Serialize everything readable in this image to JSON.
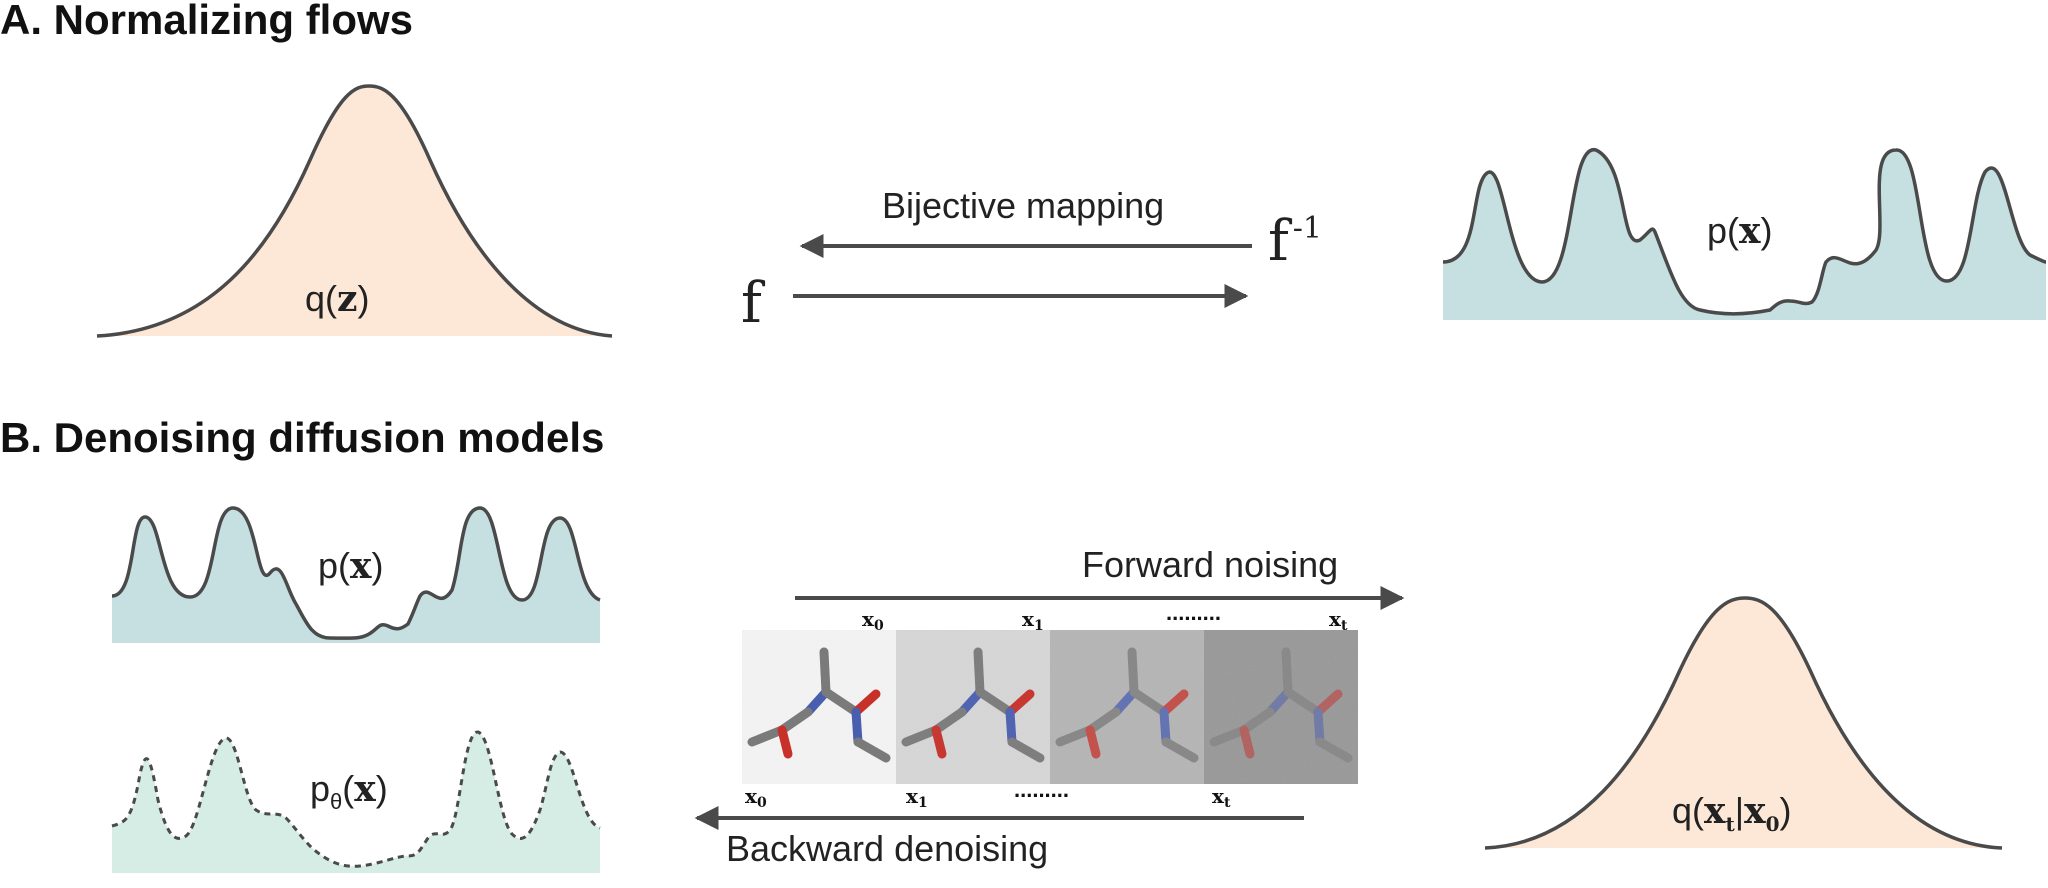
{
  "section_a": {
    "heading": "A.  Normalizing flows",
    "gaussian_label": {
      "pre": "q(",
      "bold": "z",
      "post": ")"
    },
    "mapping_label": "Bijective mapping",
    "f_label": "f",
    "f_inv_label": "f",
    "f_inv_sup": "-1",
    "multimodal_label": {
      "pre": "p(",
      "bold": "x",
      "post": ")"
    }
  },
  "section_b": {
    "heading": "B.  Denoising diffusion models",
    "data_dist_label": {
      "pre": "p(",
      "bold": "x",
      "post": ")"
    },
    "model_dist_label": {
      "pre": "p",
      "sub": "θ",
      "mid": "(",
      "bold": "x",
      "post": ")"
    },
    "forward_label": "Forward noising",
    "backward_label": "Backward denoising",
    "forward_steps": {
      "x0": "x",
      "x0_sub": "0",
      "x1": "x",
      "x1_sub": "1",
      "dots": ".........",
      "xt": "x",
      "xt_sub": "t"
    },
    "backward_steps": {
      "x0": "x",
      "x0_sub": "0",
      "x1": "x",
      "x1_sub": "1",
      "dots": ".........",
      "xt": "x",
      "xt_sub": "t"
    },
    "noised_dist_label": {
      "pre": "q(",
      "bold1": "x",
      "sub1": "t",
      "bar": "|",
      "bold2": "x",
      "sub2": "0",
      "post": ")"
    }
  },
  "colors": {
    "gaussian_fill": "#fde8d8",
    "multimodal_fill": "#c6e0e1",
    "model_fill": "#d5ede4",
    "curve_stroke": "#4a4a4a",
    "arrow": "#4a4a4a",
    "molecule_carbon": "#7a7a7a",
    "molecule_nitrogen": "#4a5eb0",
    "molecule_oxygen": "#c8302a"
  },
  "noise_panels": [
    {
      "background": "#f2f2f2"
    },
    {
      "background": "#d6d6d6"
    },
    {
      "background": "#b5b5b5"
    },
    {
      "background": "#989898"
    }
  ]
}
